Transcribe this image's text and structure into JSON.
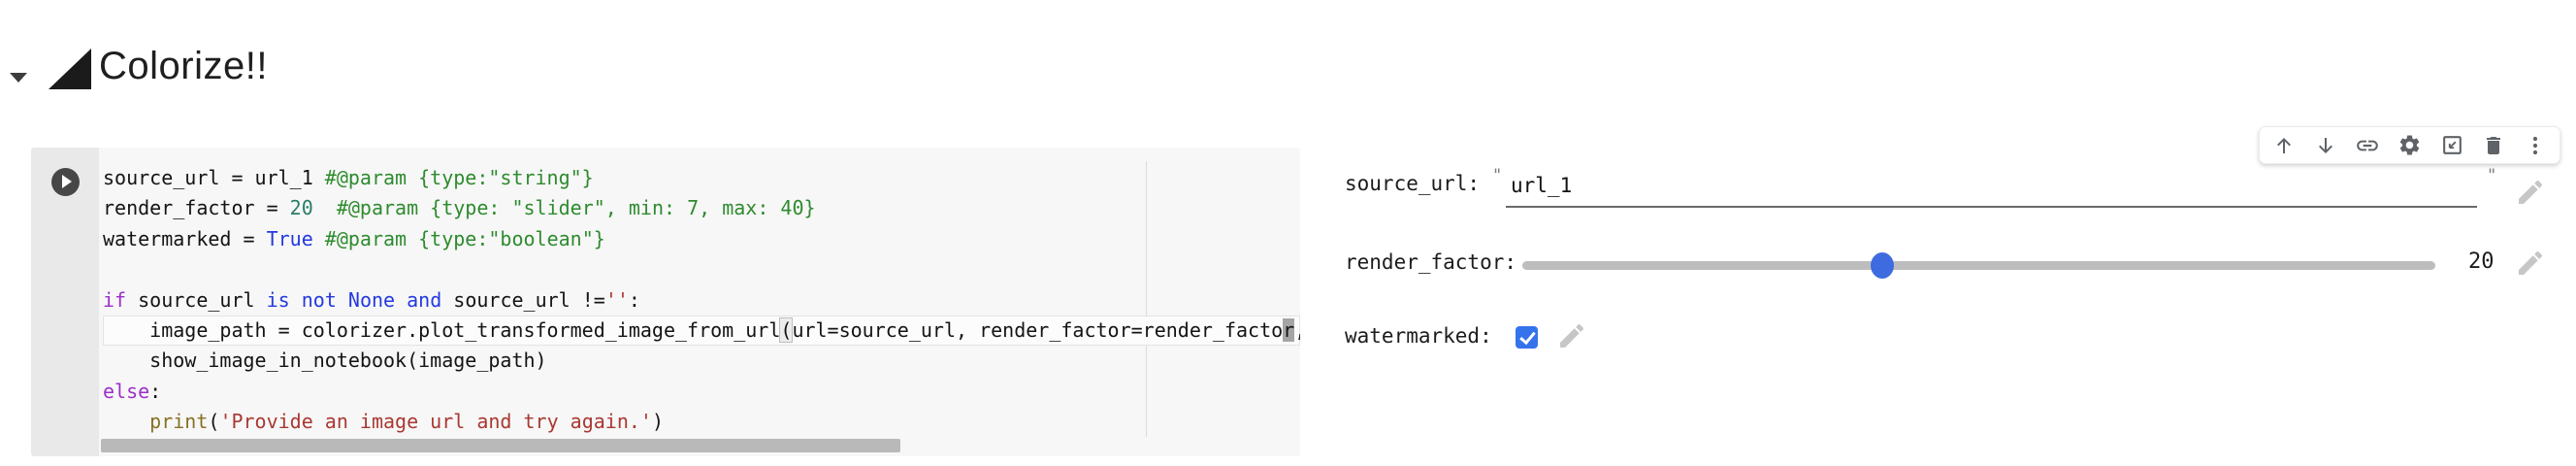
{
  "header": {
    "title": "Colorize!!",
    "collapse_icon": "triangle-down",
    "section_icon": "black-lower-right-triangle"
  },
  "cell": {
    "run_icon": "play",
    "lines": [
      {
        "tokens": [
          [
            "v",
            "source_url = url_1 "
          ],
          [
            "c",
            "#@param {type:\"string\"}"
          ]
        ]
      },
      {
        "tokens": [
          [
            "v",
            "render_factor = "
          ],
          [
            "n",
            "20"
          ],
          [
            "v",
            "  "
          ],
          [
            "c",
            "#@param {type: \"slider\", min: 7, max: 40}"
          ]
        ]
      },
      {
        "tokens": [
          [
            "v",
            "watermarked = "
          ],
          [
            "b",
            "True"
          ],
          [
            "v",
            " "
          ],
          [
            "c",
            "#@param {type:\"boolean\"}"
          ]
        ]
      },
      {
        "tokens": []
      },
      {
        "tokens": [
          [
            "k",
            "if"
          ],
          [
            "v",
            " source_url "
          ],
          [
            "b",
            "is"
          ],
          [
            "v",
            " "
          ],
          [
            "b",
            "not"
          ],
          [
            "v",
            " "
          ],
          [
            "b",
            "None"
          ],
          [
            "v",
            " "
          ],
          [
            "b",
            "and"
          ],
          [
            "v",
            " source_url !="
          ],
          [
            "s",
            "''"
          ],
          [
            "v",
            ":"
          ]
        ]
      },
      {
        "active": true,
        "tokens": [
          [
            "v",
            "    image_path = colorizer.plot_transformed_image_from_url"
          ],
          [
            "bm",
            "("
          ],
          [
            "v",
            "url=source_url, render_factor=render_facto"
          ],
          [
            "cur",
            "r"
          ],
          [
            "v",
            ","
          ]
        ]
      },
      {
        "tokens": [
          [
            "v",
            "    show_image_in_notebook(image_path)"
          ]
        ]
      },
      {
        "tokens": [
          [
            "k",
            "else"
          ],
          [
            "v",
            ":"
          ]
        ]
      },
      {
        "tokens": [
          [
            "v",
            "    "
          ],
          [
            "f",
            "print"
          ],
          [
            "v",
            "("
          ],
          [
            "s",
            "'Provide an image url and try again.'"
          ],
          [
            "v",
            ")"
          ]
        ]
      }
    ],
    "has_horizontal_scrollbar": true
  },
  "form": {
    "fields": [
      {
        "label": "source_url:",
        "type": "string",
        "value": "url_1",
        "quote": "\"",
        "edit_icon": "pencil"
      },
      {
        "label": "render_factor:",
        "type": "slider",
        "value": 20,
        "min": 7,
        "max": 40,
        "edit_icon": "pencil"
      },
      {
        "label": "watermarked:",
        "type": "boolean",
        "value": true,
        "checked": true,
        "edit_icon": "pencil"
      }
    ]
  },
  "toolbar": {
    "icons": [
      "move-cell-up",
      "move-cell-down",
      "copy-link-to-cell",
      "open-settings",
      "mirror-cell-in-tab",
      "delete-cell",
      "more-cell-actions"
    ]
  },
  "colors": {
    "editor_bg": "#f7f7f7",
    "gutter_bg": "#e9e9e9",
    "run_button": "#474747",
    "comment_green": "#2e8b2e",
    "keyword_purple": "#9c2fc9",
    "keyword_blue": "#2339e0",
    "number_teal": "#2a7d66",
    "string_red": "#a93832",
    "builtin_olive": "#867125",
    "slider_thumb_blue": "#3e6ce0",
    "checkbox_blue": "#3473eb",
    "toolbar_icon_gray": "#5f6368"
  }
}
